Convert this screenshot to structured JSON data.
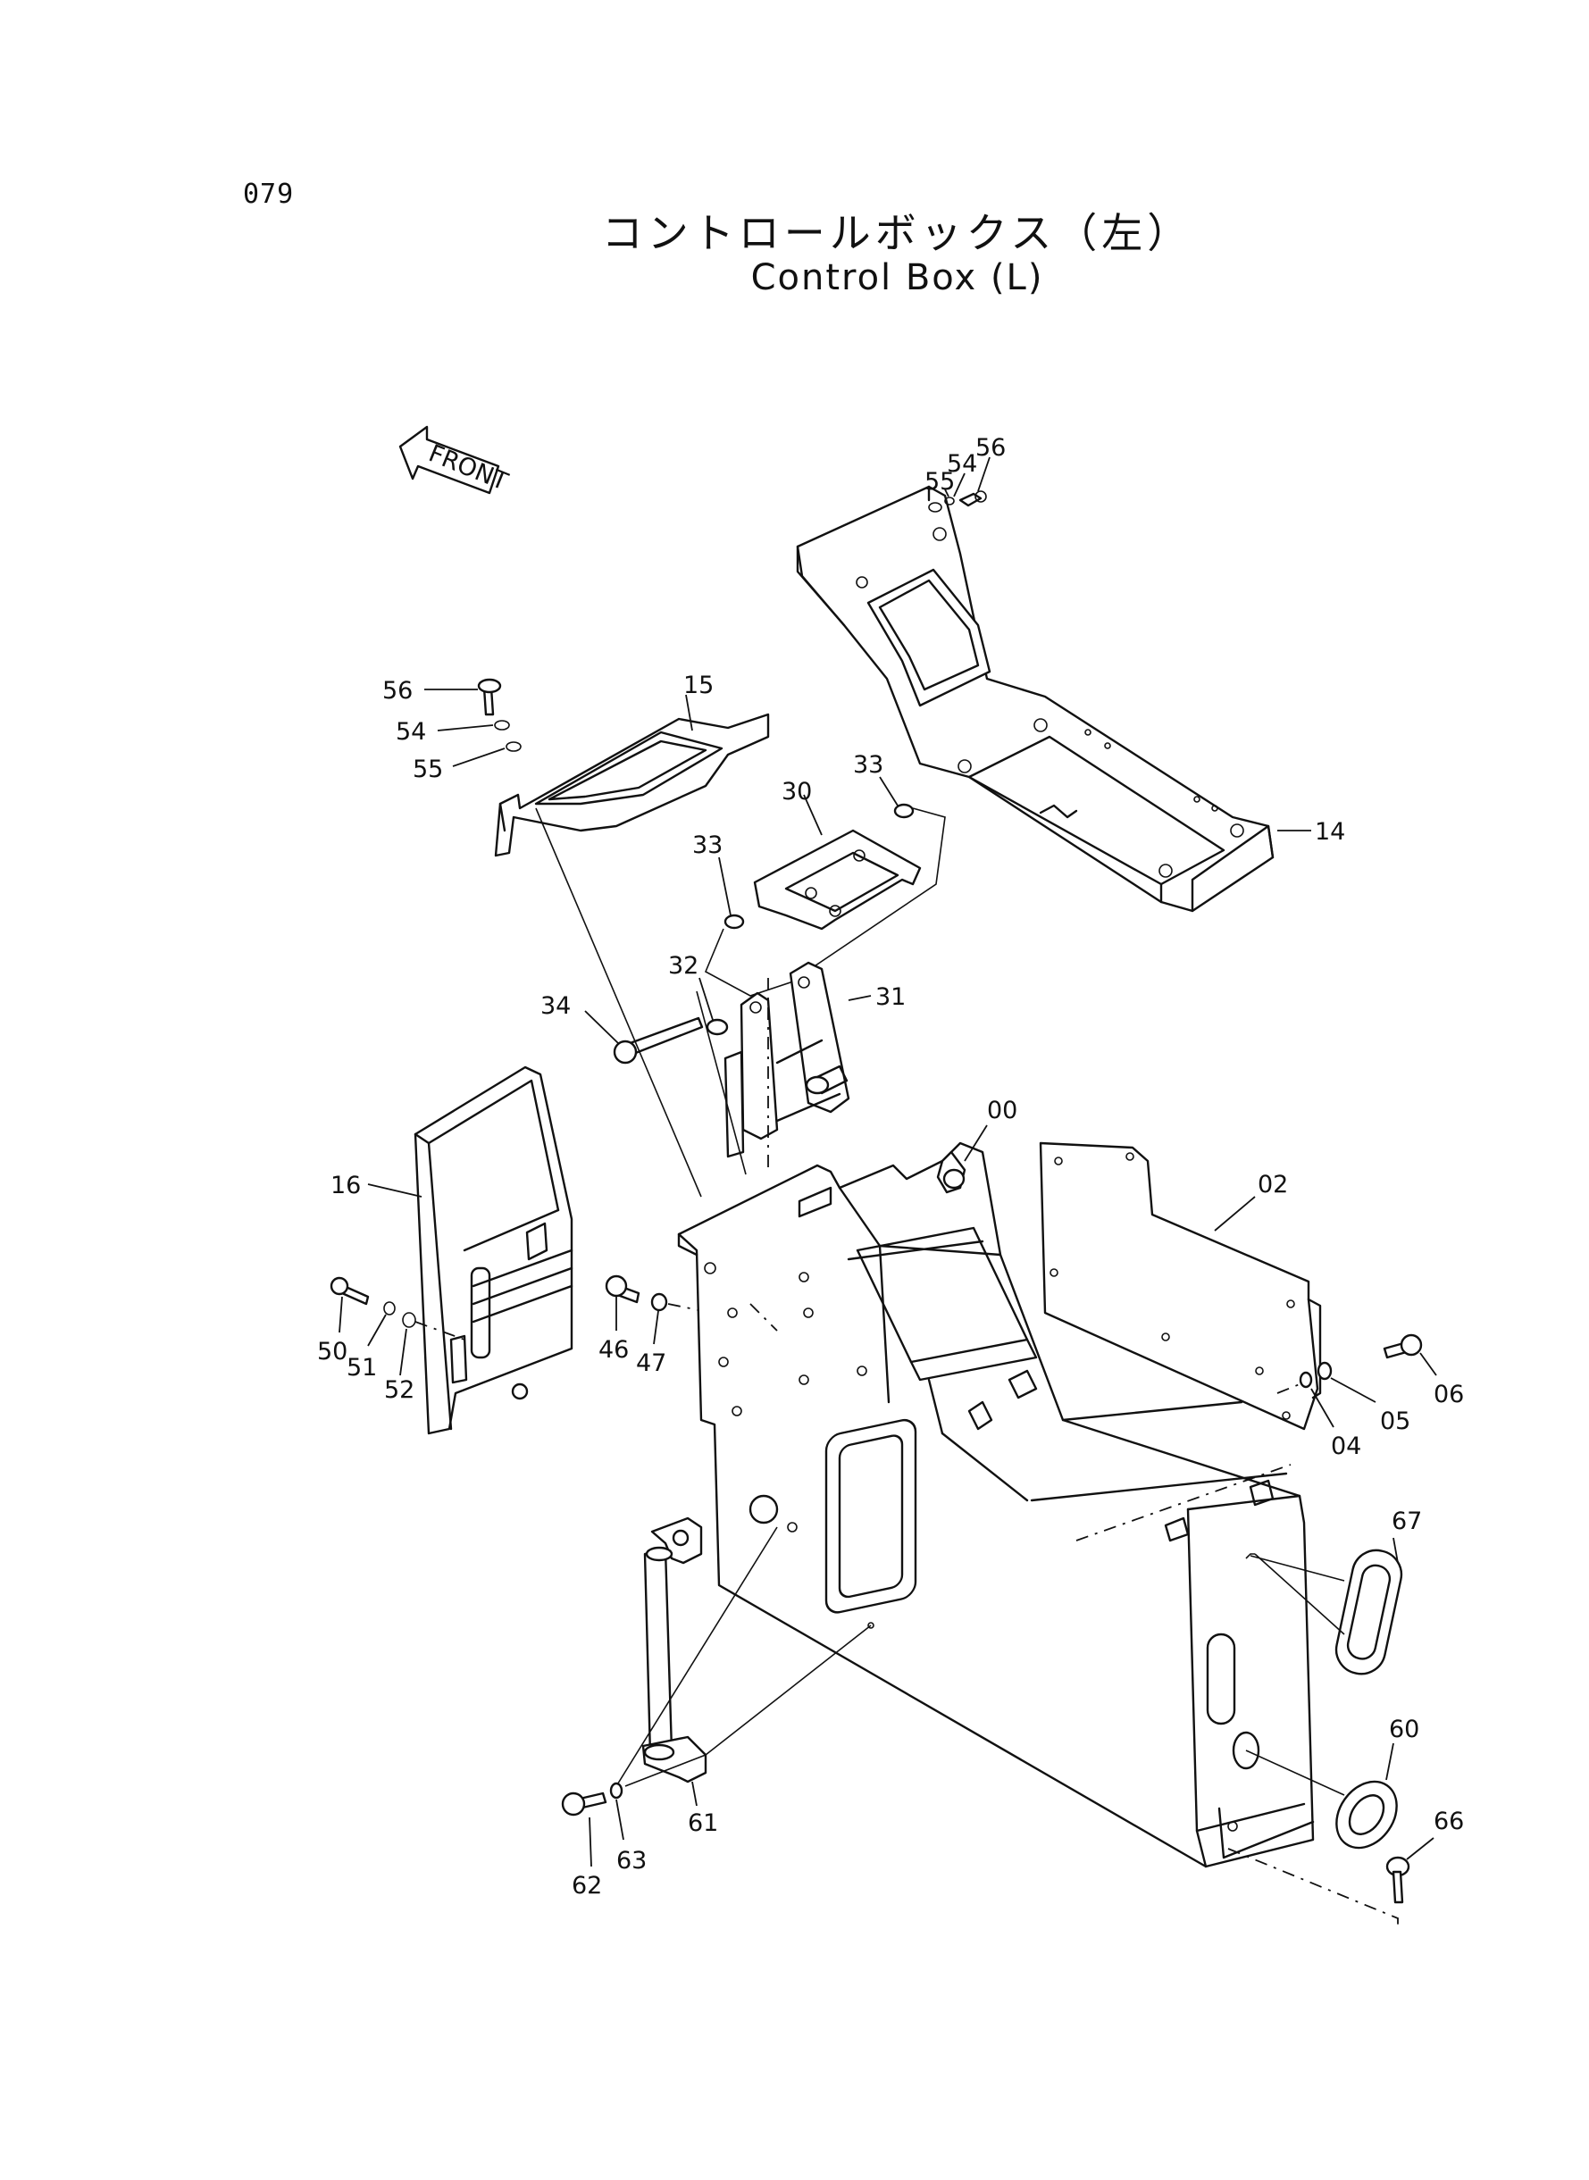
{
  "page_number": "079",
  "title_japanese": "コントロールボックス（左）",
  "title_english": "Control Box (L)",
  "front_arrow_label": "FRONT",
  "callouts": {
    "c00": "00",
    "c02": "02",
    "c04": "04",
    "c05": "05",
    "c06": "06",
    "c14": "14",
    "c15": "15",
    "c16": "16",
    "c30": "30",
    "c31": "31",
    "c32": "32",
    "c33a": "33",
    "c33b": "33",
    "c34": "34",
    "c46": "46",
    "c47": "47",
    "c50": "50",
    "c51": "51",
    "c52": "52",
    "c54a": "54",
    "c55a": "55",
    "c56a": "56",
    "c54b": "54",
    "c55b": "55",
    "c56b": "56",
    "c60": "60",
    "c61": "61",
    "c62": "62",
    "c63": "63",
    "c66": "66",
    "c67": "67"
  }
}
